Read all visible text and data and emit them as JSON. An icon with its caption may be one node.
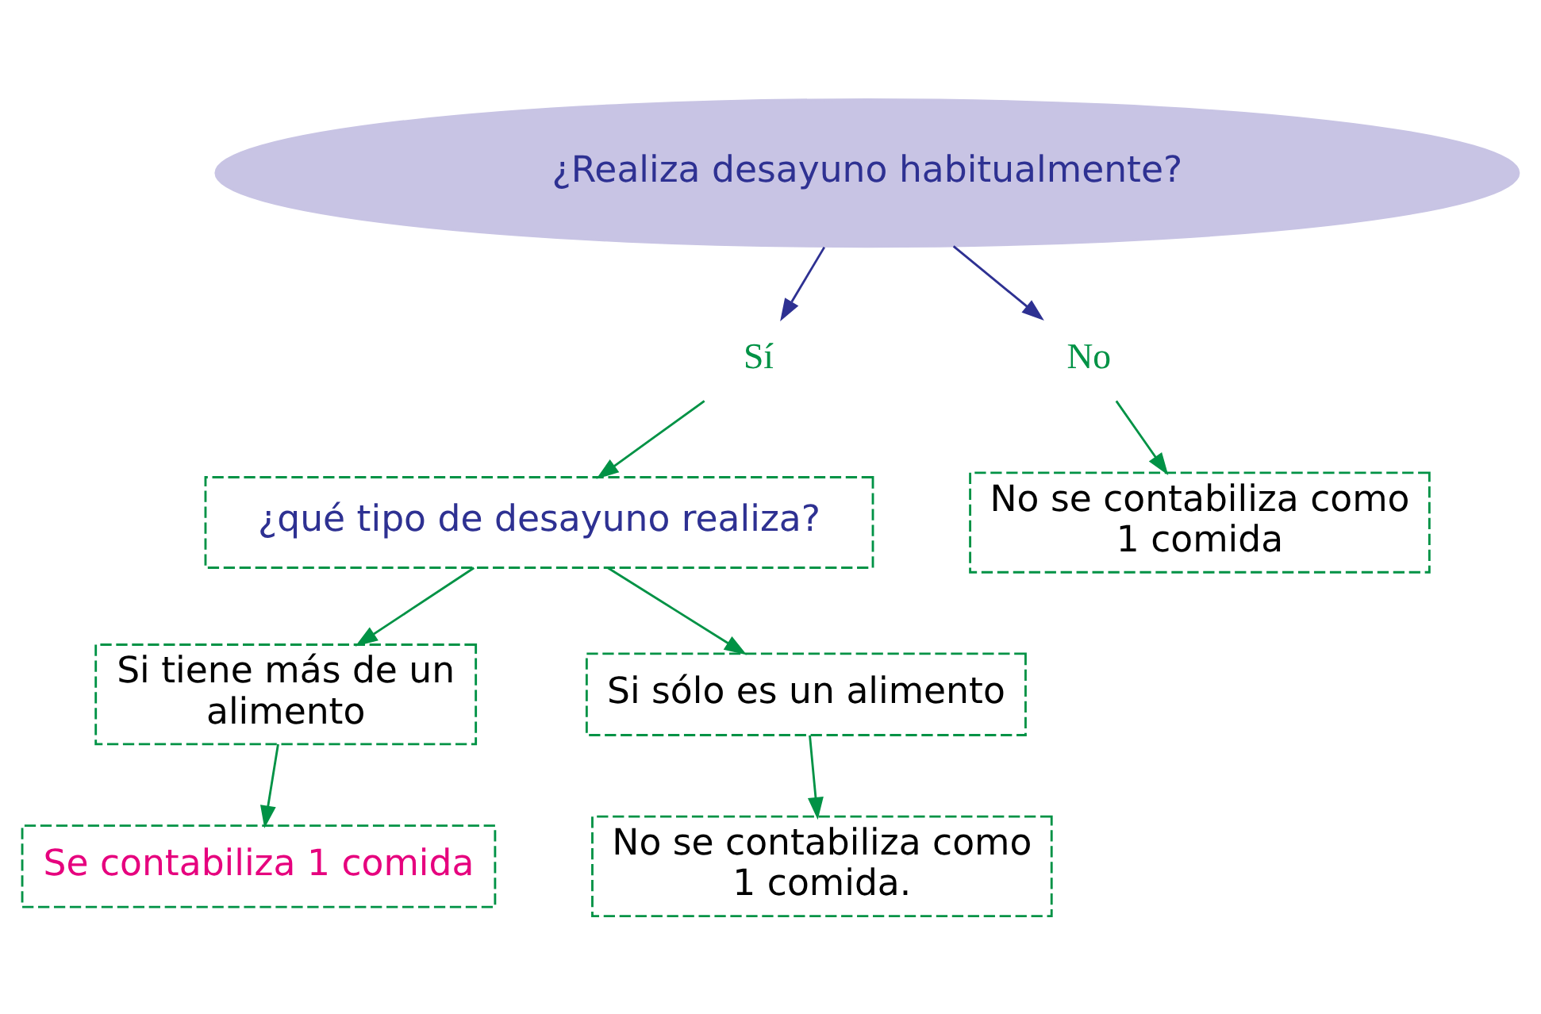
{
  "diagram": {
    "nodes": [
      {
        "text": [
          "¿Realiza desayuno habitualmente?"
        ]
      },
      {
        "text": [
          "Sí"
        ]
      },
      {
        "text": [
          "No"
        ]
      },
      {
        "text": [
          "¿qué tipo de desayuno realiza?"
        ]
      },
      {
        "text": [
          "No se contabiliza como 1 comida"
        ]
      },
      {
        "text": [
          "Si tiene más de un alimento"
        ]
      },
      {
        "text": [
          "Si sólo es un alimento"
        ]
      },
      {
        "text": [
          "Se contabiliza 1 comida"
        ]
      },
      {
        "text": [
          "No se contabiliza como 1 comida."
        ]
      }
    ],
    "edges": [
      {
        "from": 0,
        "to": 1,
        "arrow": "to",
        "color": "#2e3192"
      },
      {
        "from": 0,
        "to": 2,
        "arrow": "to",
        "color": "#2e3192"
      },
      {
        "from": 1,
        "to": 3,
        "arrow": "to"
      },
      {
        "from": 2,
        "to": 4,
        "arrow": "to"
      },
      {
        "from": 3,
        "to": 5,
        "arrow": "to"
      },
      {
        "from": 3,
        "to": 6,
        "arrow": "to"
      },
      {
        "from": 5,
        "to": 7,
        "arrow": "to"
      },
      {
        "from": 6,
        "to": 8,
        "arrow": "to"
      }
    ]
  }
}
